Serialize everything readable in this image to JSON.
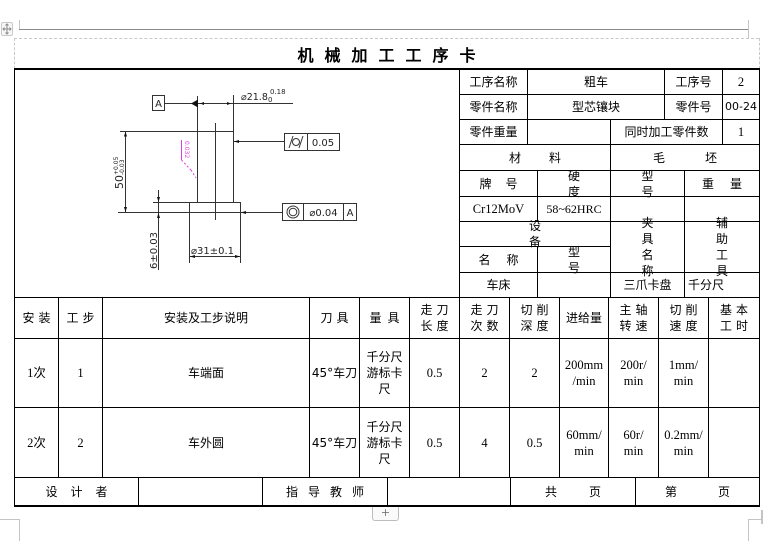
{
  "title": "机械加工工序卡",
  "ui": {
    "move_handle_icon": "four-way-arrow-icon",
    "add_row_label": "+"
  },
  "colors": {
    "border": "#000000",
    "drawing_line": "#333333",
    "roughness_annotation": "#e040e0",
    "page_guides": "#c8c8c8"
  },
  "drawing": {
    "datum_label": "A",
    "dim_top_diameter": {
      "main": "⌀21.8",
      "upper": "0.18",
      "lower": "0"
    },
    "dim_height": {
      "main": "50",
      "upper": "+0.05",
      "lower": "-0.03"
    },
    "dim_flange_thickness": "6±0.03",
    "dim_flange_diameter": "⌀31±0.1",
    "cylindricity": {
      "symbol_icon": "cylindricity-icon",
      "value": "0.05"
    },
    "concentricity": {
      "symbol_icon": "concentricity-icon",
      "value": "⌀0.04",
      "datum": "A"
    },
    "roughness": "0.032"
  },
  "info": {
    "process_name_label": "工序名称",
    "process_name": "粗车",
    "process_no_label": "工序号",
    "process_no": "2",
    "part_name_label": "零件名称",
    "part_name": "型芯镶块",
    "part_no_label": "零件号",
    "part_no": "00-24",
    "part_weight_label": "零件重量",
    "part_weight": "",
    "simultaneous_label": "同时加工零件数",
    "simultaneous": "1",
    "material_header": "材料",
    "blank_header": "毛坯",
    "material_grade_label": "牌号",
    "hardness_label": "硬度",
    "blank_type_label": "型号",
    "blank_weight_label": "重量",
    "material_grade": "Cr12MoV",
    "hardness": "58~62HRC",
    "blank_type": "",
    "blank_weight": "",
    "equipment_header": "设备",
    "fixture_label": "夹具\n名称",
    "aux_tool_label": "辅助\n工具",
    "equipment_name_label": "名称",
    "equipment_model_label": "型号",
    "equipment_name": "车床",
    "equipment_model": "",
    "fixture_name": "三爪卡盘",
    "aux_tool": "千分尺"
  },
  "operations": {
    "headers": [
      "安装",
      "工步",
      "安装及工步说明",
      "刀具",
      "量具",
      "走刀\n长度",
      "走刀\n次数",
      "切削\n深度",
      "进给量",
      "主轴\n转速",
      "切削\n速度",
      "基本\n工时"
    ],
    "rows": [
      {
        "setup": "1次",
        "step": "1",
        "description": "车端面",
        "tool": "45°车刀",
        "gauge": "千分尺\n游标卡\n尺",
        "feed_length": "0.5",
        "passes": "2",
        "depth": "2",
        "feed": "200mm\n/min",
        "spindle_speed": "200r/\nmin",
        "cutting_speed": "1mm/\nmin",
        "base_time": ""
      },
      {
        "setup": "2次",
        "step": "2",
        "description": "车外圆",
        "tool": "45°车刀",
        "gauge": "千分尺\n游标卡\n尺",
        "feed_length": "0.5",
        "passes": "4",
        "depth": "0.5",
        "feed": "60mm/\nmin",
        "spindle_speed": "60r/\nmin",
        "cutting_speed": "0.2mm/\nmin",
        "base_time": ""
      }
    ]
  },
  "footer": {
    "designer_label": "设计者",
    "designer": "",
    "advisor_label": "指导教师",
    "advisor": "",
    "total_pages_prefix": "共",
    "total_pages": "",
    "total_pages_suffix": "页",
    "page_no_prefix": "第",
    "page_no": "",
    "page_no_suffix": "页"
  }
}
